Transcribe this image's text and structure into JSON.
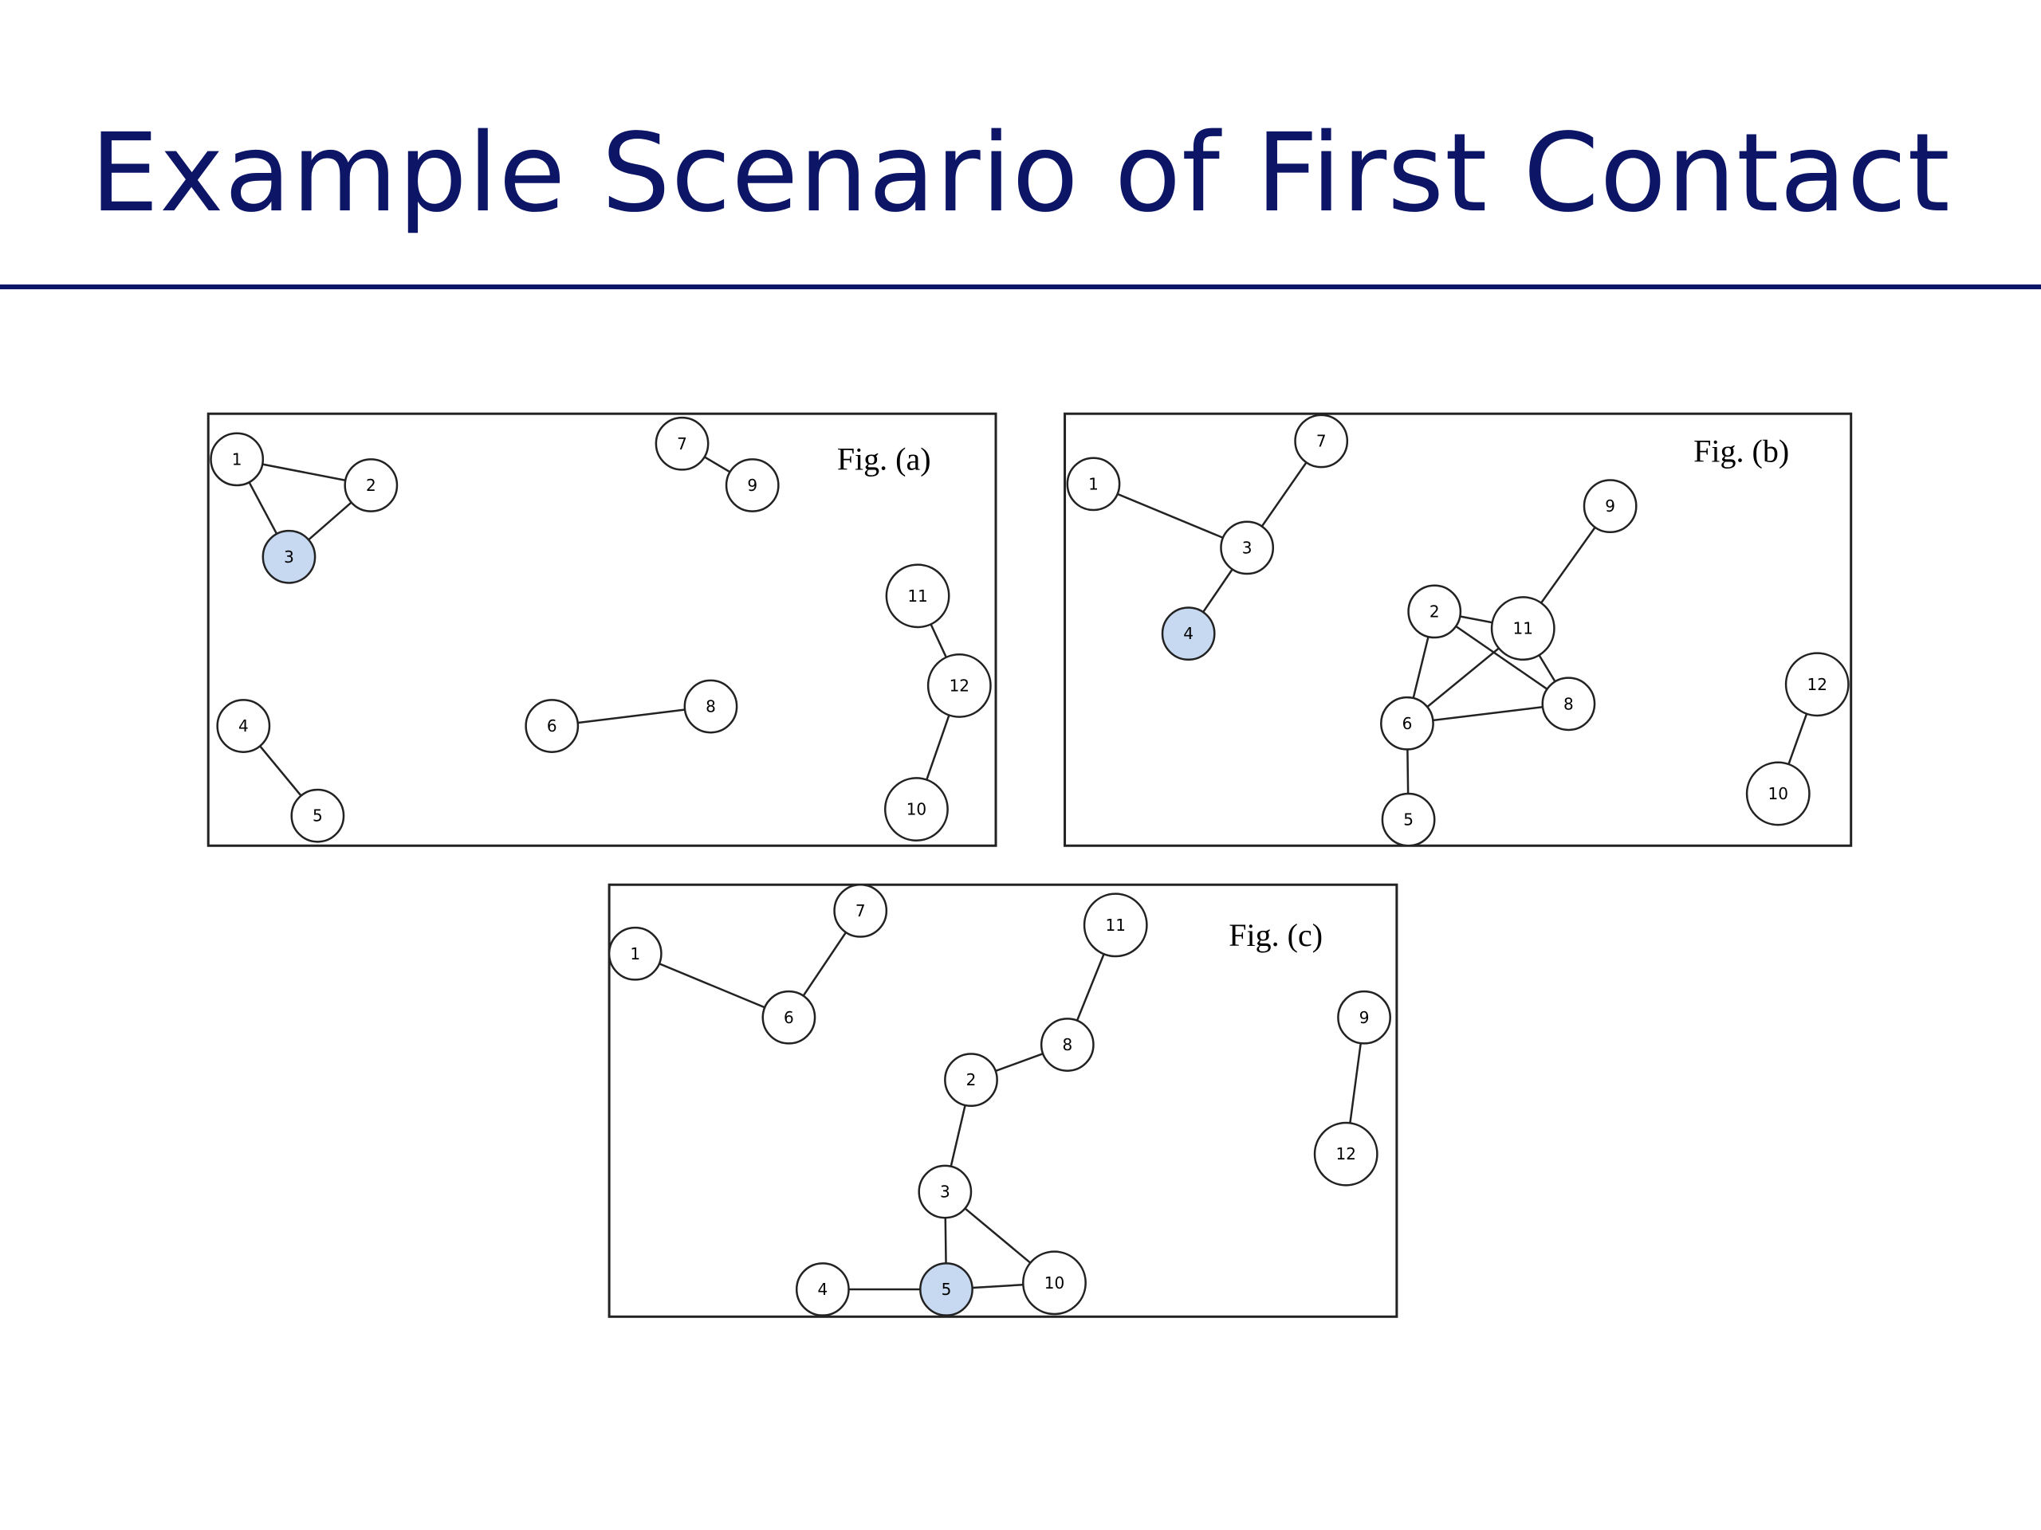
{
  "slide": {
    "title": "Example Scenario of First Contact"
  },
  "colors": {
    "title": "#0d1566",
    "rule": "#0d1566",
    "highlight_fill": "#c6d9f1",
    "node_fill": "#ffffff",
    "stroke": "#222222"
  },
  "figures": [
    {
      "id": "a",
      "caption": "Fig. (a)",
      "highlighted": "3",
      "nodes": [
        "1",
        "2",
        "3",
        "4",
        "5",
        "6",
        "7",
        "8",
        "9",
        "10",
        "11",
        "12"
      ],
      "edges": [
        [
          "1",
          "2"
        ],
        [
          "1",
          "3"
        ],
        [
          "2",
          "3"
        ],
        [
          "7",
          "9"
        ],
        [
          "4",
          "5"
        ],
        [
          "6",
          "8"
        ],
        [
          "11",
          "12"
        ],
        [
          "12",
          "10"
        ]
      ]
    },
    {
      "id": "b",
      "caption": "Fig. (b)",
      "highlighted": "4",
      "nodes": [
        "1",
        "2",
        "3",
        "4",
        "5",
        "6",
        "7",
        "8",
        "9",
        "10",
        "11",
        "12"
      ],
      "edges": [
        [
          "1",
          "3"
        ],
        [
          "7",
          "3"
        ],
        [
          "3",
          "4"
        ],
        [
          "9",
          "11"
        ],
        [
          "2",
          "11"
        ],
        [
          "2",
          "6"
        ],
        [
          "2",
          "8"
        ],
        [
          "11",
          "6"
        ],
        [
          "11",
          "8"
        ],
        [
          "6",
          "8"
        ],
        [
          "6",
          "5"
        ],
        [
          "12",
          "10"
        ]
      ]
    },
    {
      "id": "c",
      "caption": "Fig. (c)",
      "highlighted": "5",
      "nodes": [
        "1",
        "2",
        "3",
        "4",
        "5",
        "6",
        "7",
        "8",
        "9",
        "10",
        "11",
        "12"
      ],
      "edges": [
        [
          "1",
          "6"
        ],
        [
          "7",
          "6"
        ],
        [
          "11",
          "8"
        ],
        [
          "8",
          "2"
        ],
        [
          "2",
          "3"
        ],
        [
          "3",
          "5"
        ],
        [
          "3",
          "10"
        ],
        [
          "4",
          "5"
        ],
        [
          "5",
          "10"
        ],
        [
          "9",
          "12"
        ]
      ]
    }
  ]
}
